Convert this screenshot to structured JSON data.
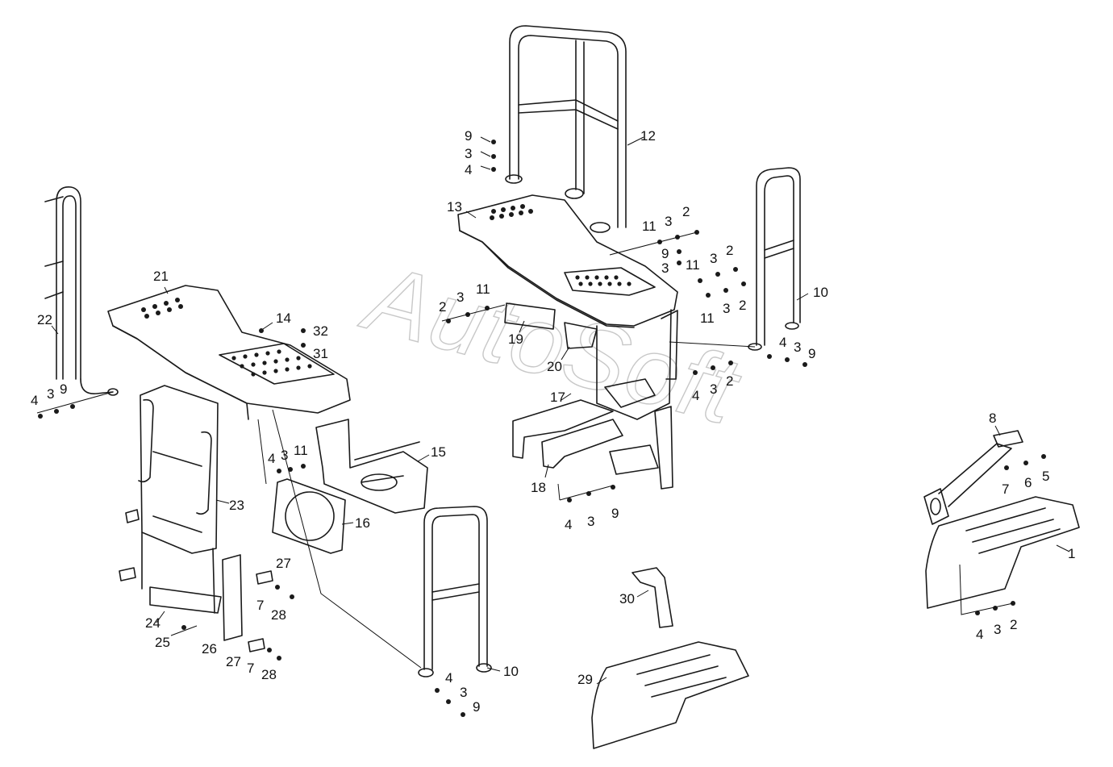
{
  "watermark": "AutoSoft",
  "callouts": [
    {
      "text": "9"
    },
    {
      "text": "3"
    },
    {
      "text": "4"
    },
    {
      "text": "12"
    },
    {
      "text": "13"
    },
    {
      "text": "11"
    },
    {
      "text": "3"
    },
    {
      "text": "2"
    },
    {
      "text": "9"
    },
    {
      "text": "11"
    },
    {
      "text": "3"
    },
    {
      "text": "2"
    },
    {
      "text": "3"
    },
    {
      "text": "10"
    },
    {
      "text": "11"
    },
    {
      "text": "3"
    },
    {
      "text": "2"
    },
    {
      "text": "2"
    },
    {
      "text": "3"
    },
    {
      "text": "11"
    },
    {
      "text": "19"
    },
    {
      "text": "20"
    },
    {
      "text": "17"
    },
    {
      "text": "4"
    },
    {
      "text": "3"
    },
    {
      "text": "9"
    },
    {
      "text": "4"
    },
    {
      "text": "3"
    },
    {
      "text": "2"
    },
    {
      "text": "18"
    },
    {
      "text": "4"
    },
    {
      "text": "3"
    },
    {
      "text": "9"
    },
    {
      "text": "21"
    },
    {
      "text": "22"
    },
    {
      "text": "14"
    },
    {
      "text": "32"
    },
    {
      "text": "31"
    },
    {
      "text": "4"
    },
    {
      "text": "3"
    },
    {
      "text": "9"
    },
    {
      "text": "4"
    },
    {
      "text": "3"
    },
    {
      "text": "11"
    },
    {
      "text": "15"
    },
    {
      "text": "23"
    },
    {
      "text": "16"
    },
    {
      "text": "27"
    },
    {
      "text": "7"
    },
    {
      "text": "28"
    },
    {
      "text": "24"
    },
    {
      "text": "25"
    },
    {
      "text": "26"
    },
    {
      "text": "27"
    },
    {
      "text": "7"
    },
    {
      "text": "28"
    },
    {
      "text": "4"
    },
    {
      "text": "3"
    },
    {
      "text": "9"
    },
    {
      "text": "10"
    },
    {
      "text": "30"
    },
    {
      "text": "29"
    },
    {
      "text": "8"
    },
    {
      "text": "7"
    },
    {
      "text": "6"
    },
    {
      "text": "5"
    },
    {
      "text": "1"
    },
    {
      "text": "4"
    },
    {
      "text": "3"
    },
    {
      "text": "2"
    }
  ]
}
